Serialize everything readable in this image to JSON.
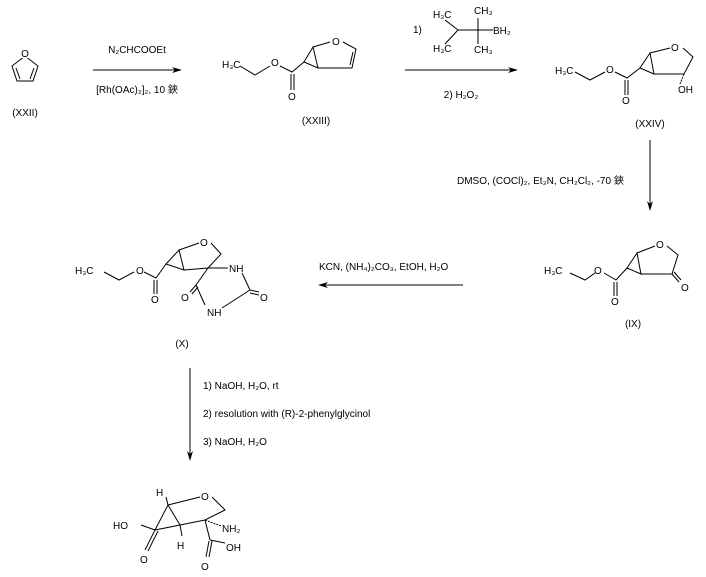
{
  "compounds": {
    "xxii": {
      "label": "(XXII)",
      "atoms": {
        "o": "O"
      }
    },
    "xxiii": {
      "label": "(XXIII)",
      "atoms": {
        "h3c": "H₃C",
        "o_ester": "O",
        "o_carbonyl": "O",
        "o_ring": "O"
      }
    },
    "xxiv": {
      "label": "(XXIV)",
      "atoms": {
        "h3c": "H₃C",
        "o_ester": "O",
        "o_carbonyl": "O",
        "o_ring": "O",
        "oh": "OH"
      }
    },
    "ix": {
      "label": "(IX)",
      "atoms": {
        "h3c": "H₃C",
        "o_ester": "O",
        "o_carbonyl": "O",
        "o_ring": "O",
        "o_ketone": "O"
      }
    },
    "x": {
      "label": "(X)",
      "atoms": {
        "h3c": "H₃C",
        "o_ester": "O",
        "o_carbonyl": "O",
        "o_ring": "O",
        "nh_top": "NH",
        "o_left": "O",
        "o_right": "O",
        "nh_bottom": "NH"
      }
    },
    "final": {
      "atoms": {
        "ho": "HO",
        "o_acid1": "O",
        "h_top": "H",
        "o_ring": "O",
        "nh2": "NH₂",
        "h_bottom": "H",
        "oh": "OH",
        "o_acid2": "O"
      }
    }
  },
  "steps": {
    "step1": {
      "above": "N₂CHCOOEt",
      "below": "[Rh(OAc)₂]₂, 10 鋏"
    },
    "step2": {
      "num1": "1)",
      "reagent_atoms": {
        "h3c_top": "H₃C",
        "h3c_bottom": "H₃C",
        "ch3_top": "CH₃",
        "ch3_bottom": "CH₃",
        "bh2": "BH₂"
      },
      "below": "2) H₂O₂"
    },
    "step3": {
      "text": "DMSO, (COCl)₂, Et₃N, CH₂Cl₂, -70 鋏"
    },
    "step4": {
      "text": "KCN, (NH₄)₂CO₃, EtOH, H₂O"
    },
    "step5": {
      "lines": [
        "1) NaOH, H₂O, rt",
        "2) resolution with  (R)-2-phenylglycinol",
        "3) NaOH, H₂O"
      ]
    }
  }
}
